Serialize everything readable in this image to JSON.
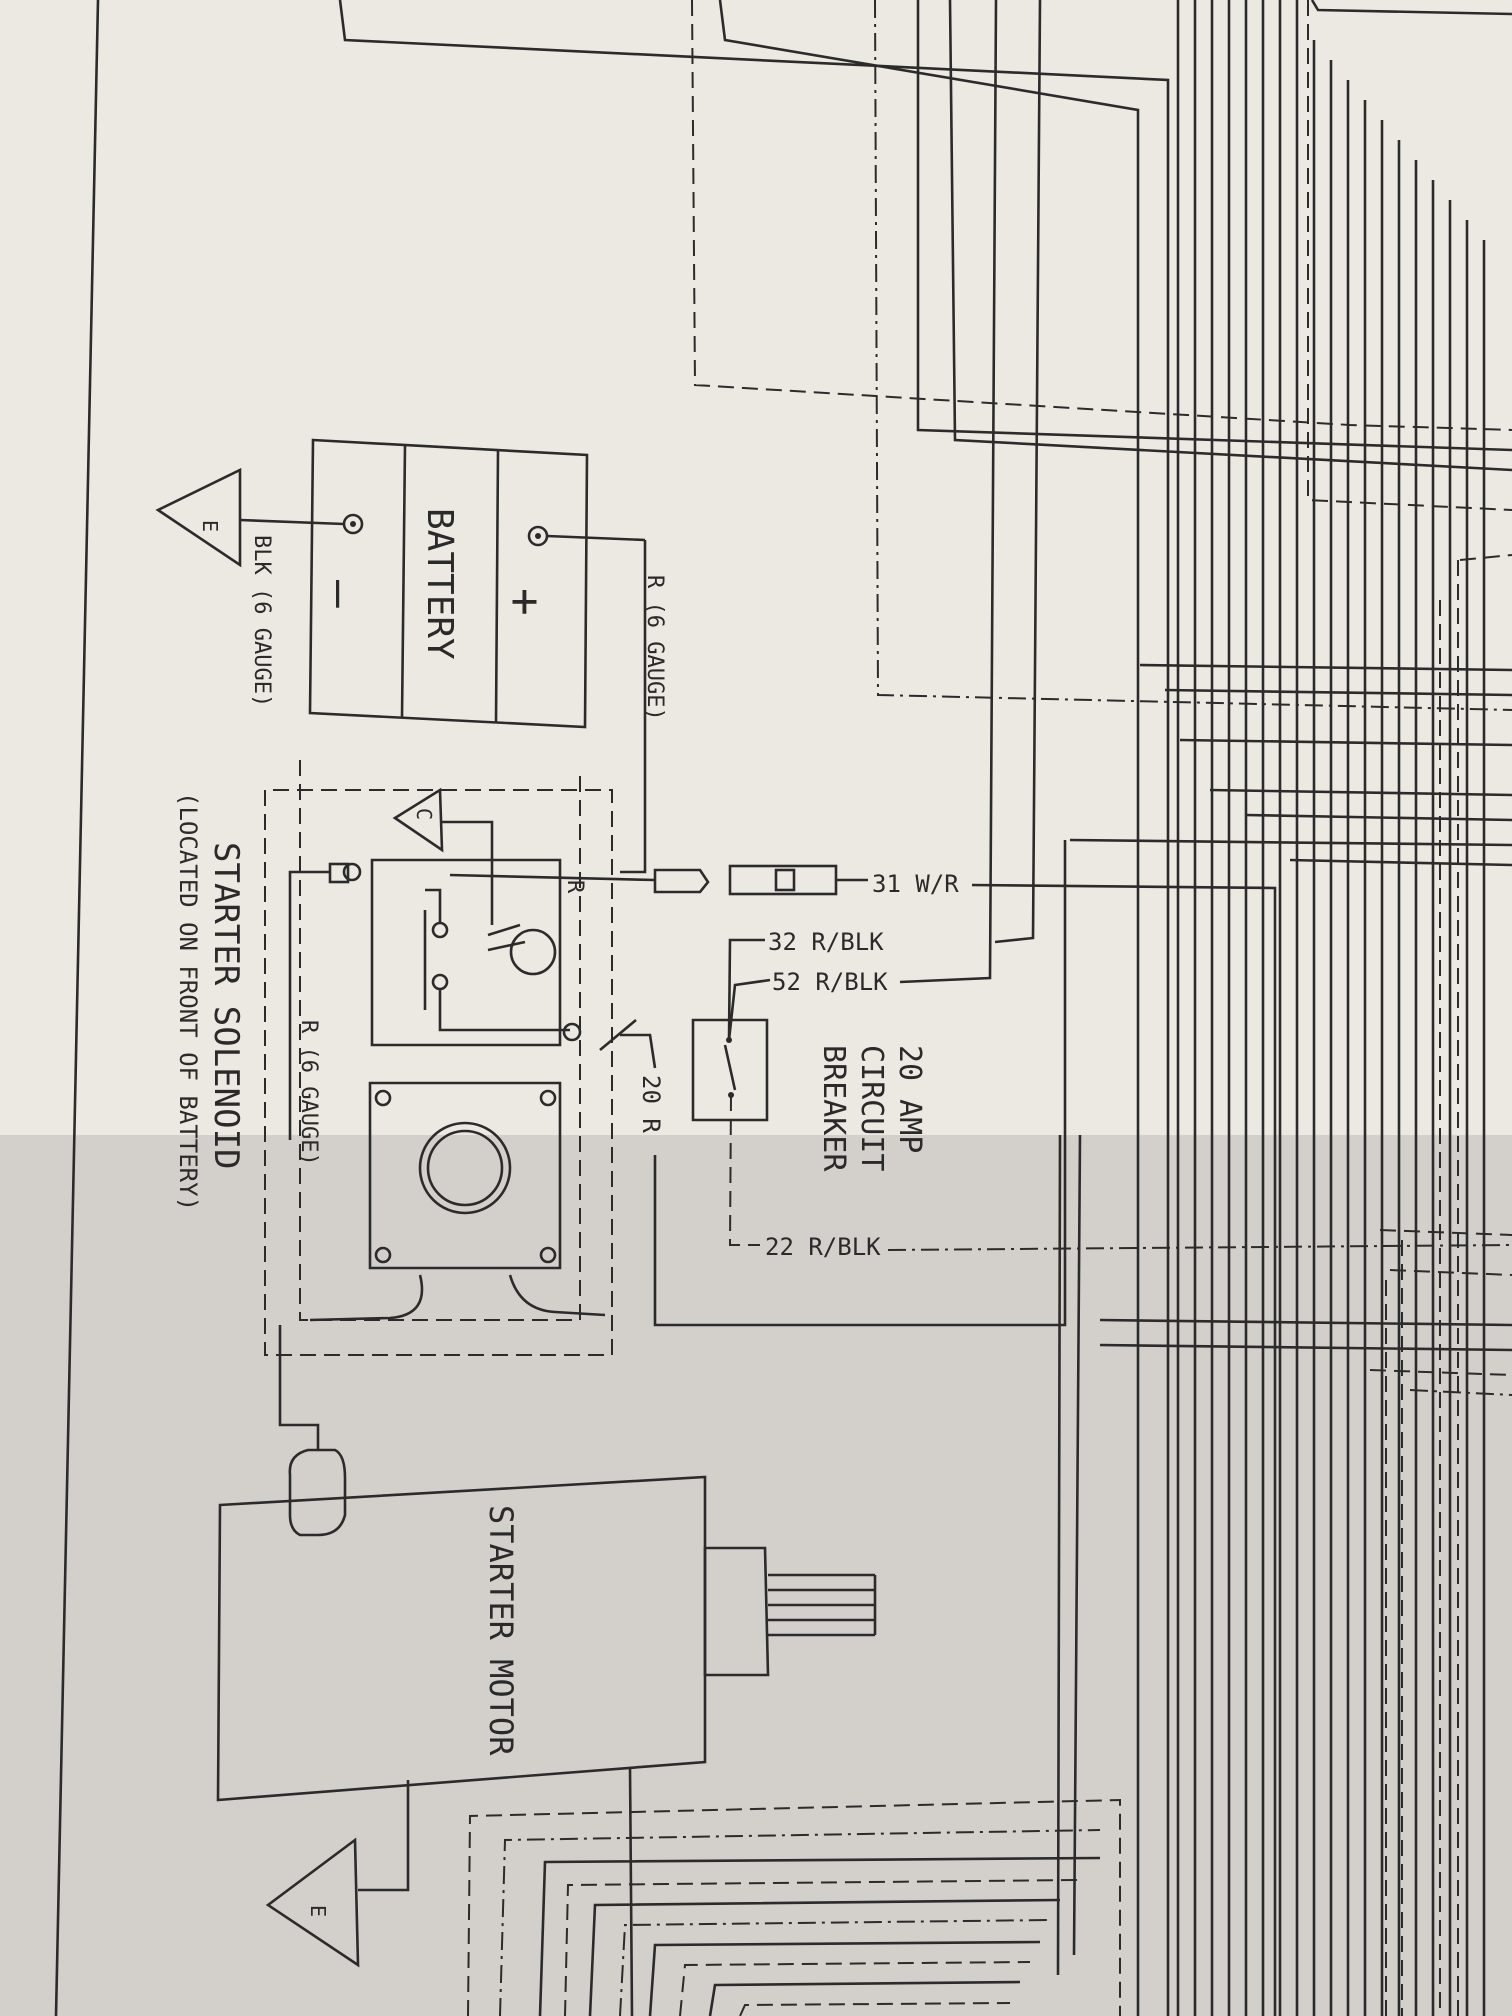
{
  "battery": {
    "label": "BATTERY",
    "plus": "+",
    "minus": "—",
    "pos_cable": "R (6 GAUGE)",
    "neg_cable": "BLK (6 GAUGE)"
  },
  "ground_symbol": "E",
  "solenoid": {
    "title": "STARTER SOLENOID",
    "note": "(LOCATED ON FRONT OF BATTERY)",
    "terminal_r": "R",
    "cable": "R (6 GAUGE)",
    "case_ground": "C"
  },
  "breaker": {
    "line1": "20 AMP",
    "line2": "CIRCUIT",
    "line3": "BREAKER"
  },
  "wires": {
    "w31": "31 W/R",
    "w32": "32 R/BLK",
    "w52": "52 R/BLK",
    "w22": "22 R/BLK",
    "w20": "20 R"
  },
  "starter_motor": {
    "label": "STARTER MOTOR"
  },
  "colors": {
    "paper_top": "#ece9e3",
    "paper_bottom": "#d3d0cb",
    "ink": "#2b2b2b"
  }
}
